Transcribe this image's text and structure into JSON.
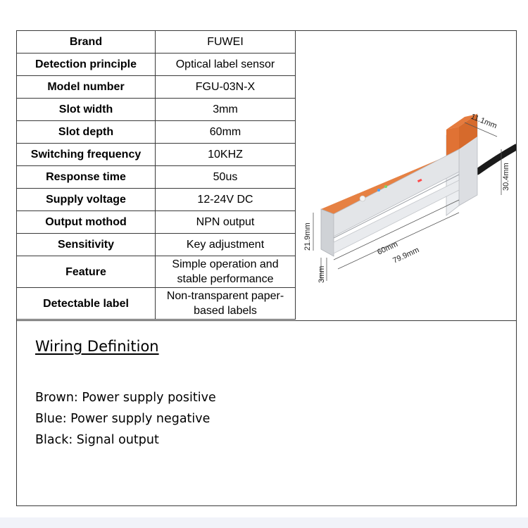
{
  "specs": [
    {
      "label": "Brand",
      "value": "FUWEI"
    },
    {
      "label": "Detection principle",
      "value": "Optical label sensor"
    },
    {
      "label": "Model number",
      "value": "FGU-03N-X"
    },
    {
      "label": "Slot width",
      "value": "3mm"
    },
    {
      "label": "Slot depth",
      "value": "60mm"
    },
    {
      "label": "Switching frequency",
      "value": "10KHZ"
    },
    {
      "label": "Response time",
      "value": "50us"
    },
    {
      "label": "Supply voltage",
      "value": "12-24V DC"
    },
    {
      "label": "Output mothod",
      "value": "NPN output"
    },
    {
      "label": "Sensitivity",
      "value": "Key adjustment"
    },
    {
      "label": "Feature",
      "value_lines": [
        "Simple operation and",
        "stable performance"
      ]
    },
    {
      "label": "Detectable label",
      "value_lines": [
        "Non-transparent paper-",
        "based labels"
      ]
    }
  ],
  "dimensions": {
    "top_width": "11.1mm",
    "height_rear": "30.4mm",
    "height_front": "21.9mm",
    "slot_depth": "60mm",
    "length": "79.9mm",
    "slot_width": "3mm"
  },
  "product_colors": {
    "body": "#e07a3f",
    "housing": "#d8dade",
    "cable": "#1a1a1a"
  },
  "wiring": {
    "title": "Wiring Definition",
    "items": [
      "Brown: Power supply positive",
      "Blue: Power supply negative",
      "Black: Signal output"
    ]
  }
}
